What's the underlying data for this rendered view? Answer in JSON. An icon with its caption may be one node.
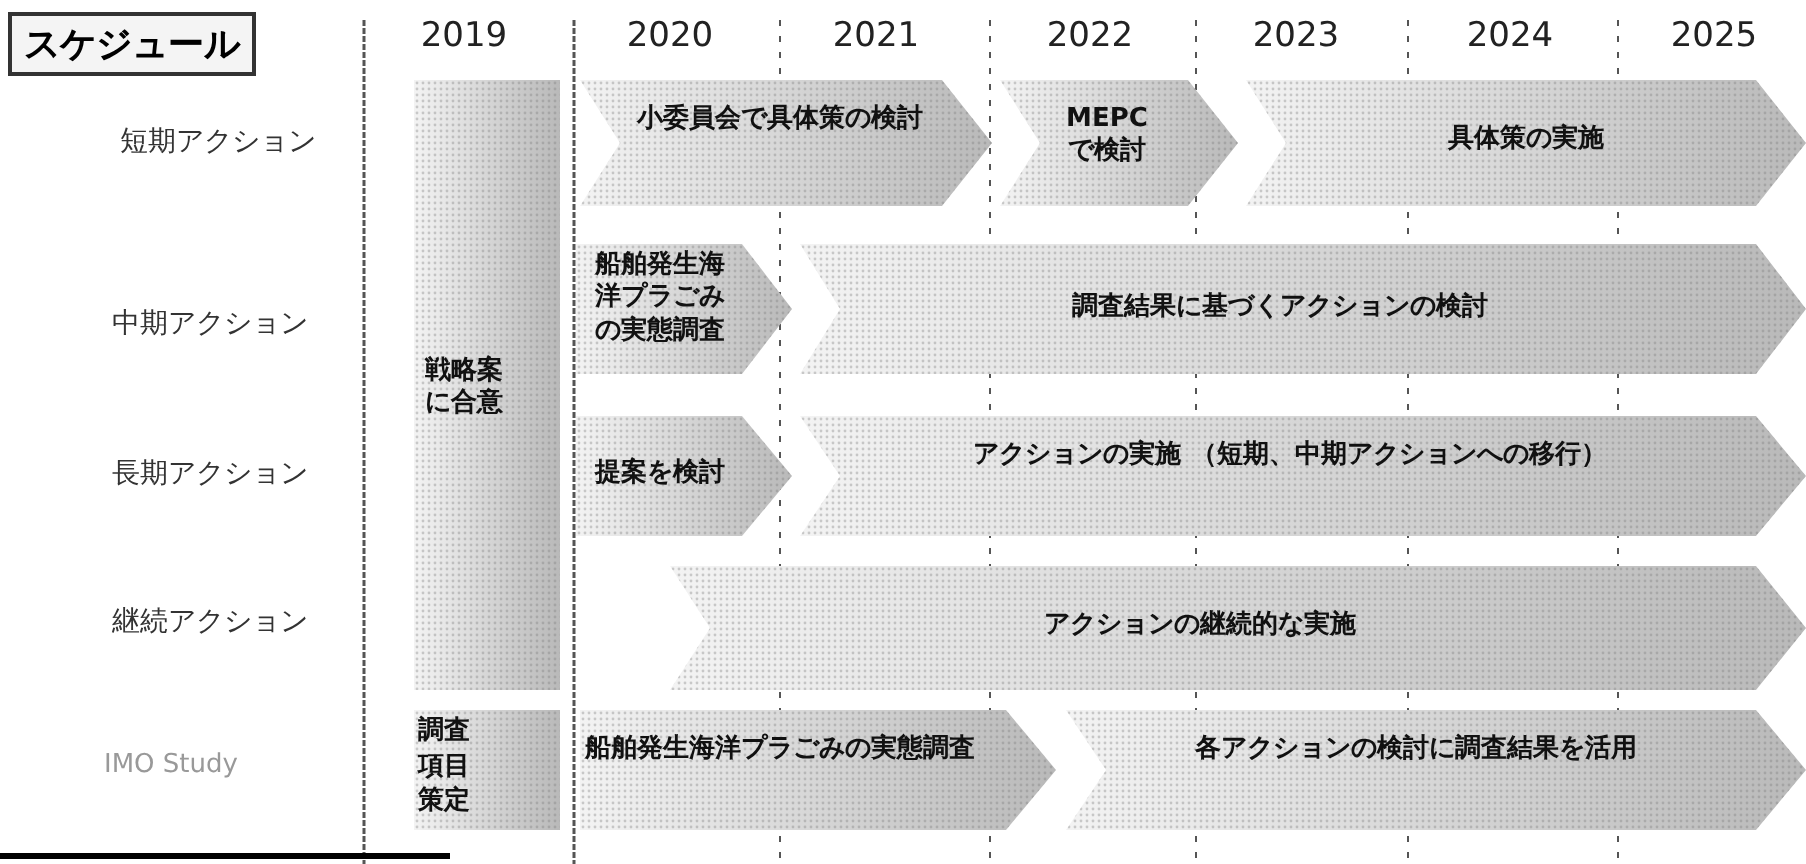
{
  "diagram": {
    "title": "スケジュール",
    "nodes": [
      {
        "text": [
          "戦略案に合意"
        ]
      },
      {
        "text": [
          "小委員会で具体策の検討"
        ]
      },
      {
        "text": [
          "MEPCで検討"
        ]
      },
      {
        "text": [
          "具体策の実施"
        ]
      },
      {
        "text": [
          "船舶発生海洋プラごみの実態調査"
        ]
      },
      {
        "text": [
          "調査結果に基づくアクションの検討"
        ]
      },
      {
        "text": [
          "提案を検討"
        ]
      },
      {
        "text": [
          "アクションの実施 （短期、中期アクションへの移行）"
        ]
      },
      {
        "text": [
          "アクションの継続的な実施"
        ]
      },
      {
        "text": [
          "調査項目策定"
        ]
      },
      {
        "text": [
          "船舶発生海洋プラごみの実態調査"
        ]
      },
      {
        "text": [
          "各アクションの検討に調査結果を活用"
        ]
      }
    ],
    "labels": [
      "2019",
      "2020",
      "2021",
      "2022",
      "2023",
      "2024",
      "2025",
      "短期アクション",
      "中期アクション",
      "長期アクション",
      "継続アクション",
      "IMO Study"
    ]
  }
}
